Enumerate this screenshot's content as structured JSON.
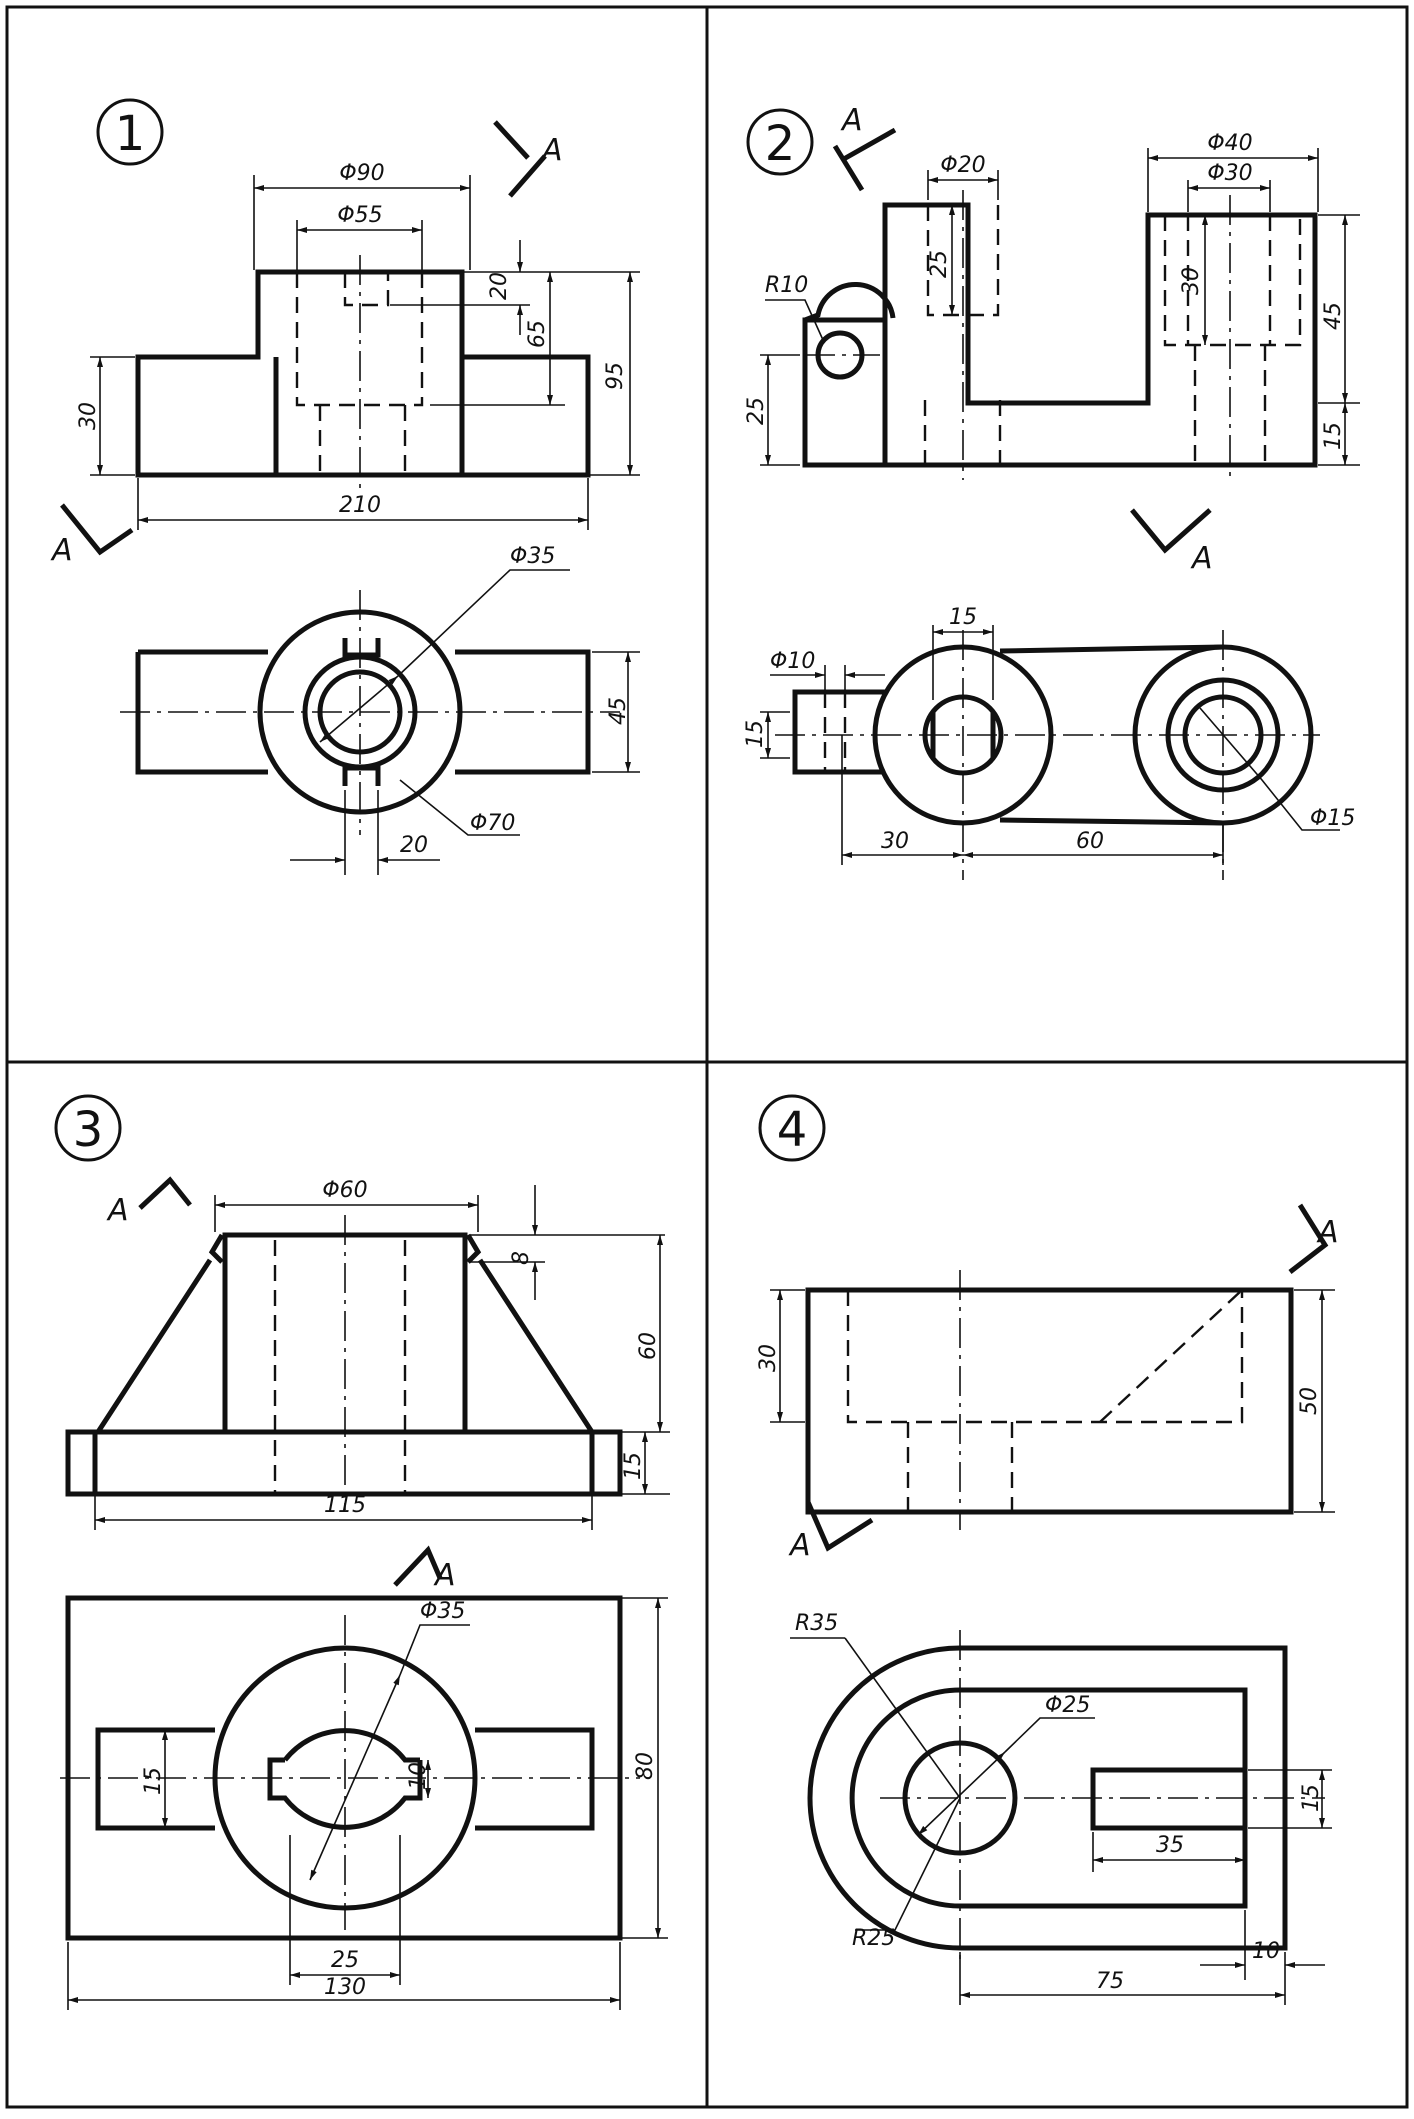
{
  "panels": [
    {
      "number": "1",
      "section": "A",
      "dims": {
        "d90": "Φ90",
        "d55": "Φ55",
        "h20": "20",
        "h65": "65",
        "h95": "95",
        "h30": "30",
        "w210": "210",
        "d35": "Φ35",
        "w45": "45",
        "d70": "Φ70",
        "w20": "20"
      }
    },
    {
      "number": "2",
      "section": "A",
      "dims": {
        "d20": "Φ20",
        "d40": "Φ40",
        "d30": "Φ30",
        "r10": "R10",
        "h25a": "25",
        "h30": "30",
        "h45": "45",
        "h25b": "25",
        "h15": "15",
        "w15": "15",
        "d10": "Φ10",
        "h15b": "15",
        "w30": "30",
        "w60": "60",
        "d15": "Φ15"
      }
    },
    {
      "number": "3",
      "section": "A",
      "dims": {
        "d60": "Φ60",
        "h8": "8",
        "h60": "60",
        "h15": "15",
        "w115": "115",
        "d35": "Φ35",
        "w15": "15",
        "w10": "10",
        "h80": "80",
        "w25": "25",
        "w130": "130"
      }
    },
    {
      "number": "4",
      "section": "A",
      "dims": {
        "h30": "30",
        "h50": "50",
        "r35": "R35",
        "d25": "Φ25",
        "w15": "15",
        "w35": "35",
        "r25": "R25",
        "w10": "10",
        "w75": "75"
      }
    }
  ]
}
